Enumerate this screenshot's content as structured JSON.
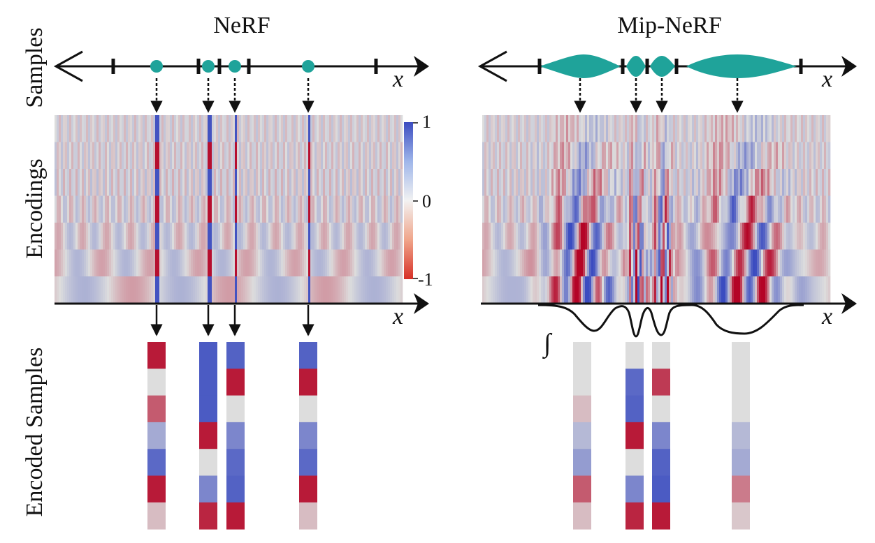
{
  "panels": [
    {
      "title": "NeRF",
      "x_symbol": "x"
    },
    {
      "title": "Mip-NeRF",
      "x_symbol": "x"
    }
  ],
  "row_labels": {
    "samples": "Samples",
    "encodings": "Encodings",
    "encoded_samples": "Encoded Samples"
  },
  "colorbar": {
    "max_label": "1",
    "mid_label": "0",
    "min_label": "-1"
  },
  "integral_symbol": "∫",
  "colors": {
    "positive": "#3b4cc0",
    "zero": "#dddddd",
    "negative": "#b40426",
    "sample_marker": "#1fa39a"
  },
  "encoded_samples": {
    "nerf": [
      [
        -0.9,
        0.0,
        -0.6,
        0.35,
        0.8,
        -0.9,
        -0.15
      ],
      [
        0.9,
        0.9,
        0.9,
        -0.9,
        0.0,
        0.6,
        -0.85
      ],
      [
        0.85,
        -0.9,
        0.0,
        0.6,
        0.8,
        0.85,
        -0.9
      ],
      [
        0.85,
        -0.9,
        0.0,
        0.6,
        0.8,
        -0.9,
        -0.15
      ]
    ],
    "mipnerf": [
      [
        0.0,
        0.0,
        -0.15,
        0.25,
        0.45,
        -0.6,
        -0.15
      ],
      [
        0.0,
        0.8,
        0.85,
        -0.9,
        0.0,
        0.6,
        -0.85
      ],
      [
        0.0,
        -0.75,
        0.0,
        0.6,
        0.85,
        0.9,
        -0.9
      ],
      [
        0.0,
        0.0,
        0.0,
        0.25,
        0.35,
        -0.45,
        -0.1
      ]
    ]
  }
}
